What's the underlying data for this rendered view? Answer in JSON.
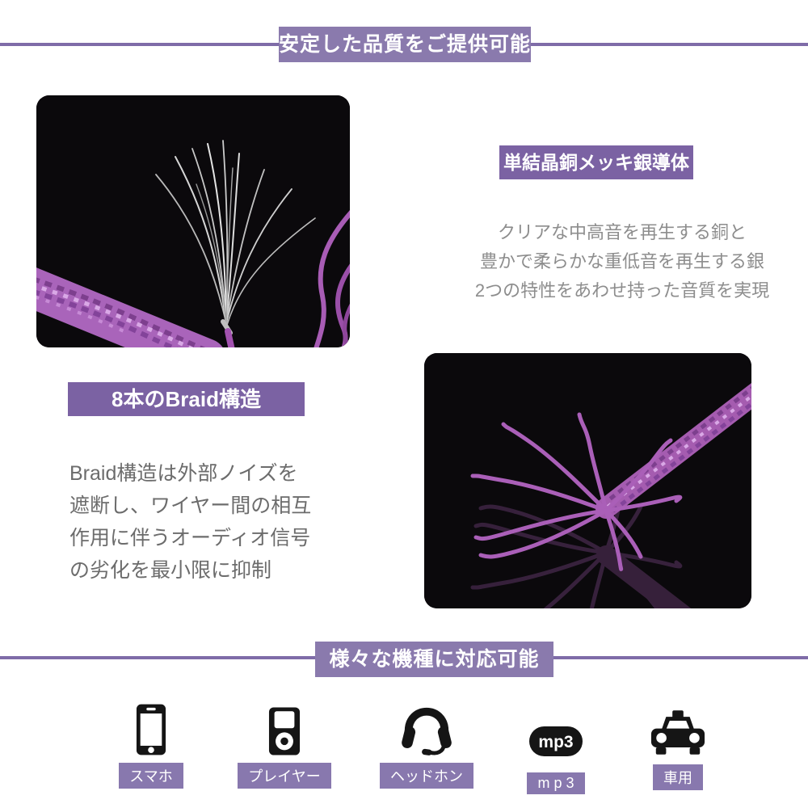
{
  "banners": {
    "top": "安定した品質をご提供可能",
    "bottom": "様々な機種に対応可能"
  },
  "sections": {
    "conductor": {
      "heading": "単結晶銅メッキ銀導体",
      "body": "クリアな中高音を再生する銅と\n豊かで柔らかな重低音を再生する銀\n2つの特性をあわせ持った音質を実現"
    },
    "braid": {
      "heading": "8本のBraid構造",
      "body": "Braid構造は外部ノイズを\n遮断し、ワイヤー間の相互\n作用に伴うオーディオ信号\nの劣化を最小限に抑制"
    }
  },
  "photos": {
    "photo1_alt": "silver-wire-strands-fanned-from-purple-cable",
    "photo2_alt": "purple-braided-cable-splayed-into-eight-wires"
  },
  "devices": [
    {
      "icon": "smartphone-icon",
      "label": "スマホ"
    },
    {
      "icon": "music-player-icon",
      "label": "プレイヤー"
    },
    {
      "icon": "headset-icon",
      "label": "ヘッドホン"
    },
    {
      "icon": "mp3-icon",
      "label": "mp3",
      "icon_text": "mp3"
    },
    {
      "icon": "car-icon",
      "label": "車用"
    }
  ],
  "colors": {
    "banner_purple": "#8a7aad",
    "heading_purple": "#7b62a3",
    "badge_purple": "#8878ae",
    "rule_purple": "#7f6ca8",
    "body_text_grey": "#8d8d8d",
    "body_text_dark_grey": "#6c6c6c",
    "photo_background": "#0b090c",
    "wire_purple": "#a55cb0",
    "wire_silver": "#d6d6d6",
    "icon_black": "#151515"
  }
}
